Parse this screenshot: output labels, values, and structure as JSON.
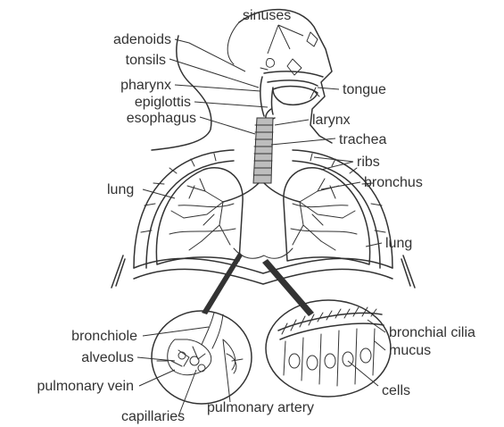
{
  "labels": {
    "sinuses": "sinuses",
    "adenoids": "adenoids",
    "tonsils": "tonsils",
    "pharynx": "pharynx",
    "epiglottis": "epiglottis",
    "esophagus": "esophagus",
    "tongue": "tongue",
    "larynx": "larynx",
    "trachea": "trachea",
    "ribs": "ribs",
    "bronchus": "bronchus",
    "lung_left": "lung",
    "lung_right": "lung",
    "bronchiole": "bronchiole",
    "alveolus": "alveolus",
    "pulmonary_vein": "pulmonary vein",
    "capillaries": "capillaries",
    "pulmonary_artery": "pulmonary artery",
    "bronchial_cilia": "bronchial cilia",
    "mucus": "mucus",
    "cells": "cells"
  },
  "colors": {
    "ink": "#333333",
    "background": "#ffffff",
    "trachea_fill": "#bdbdbd"
  }
}
